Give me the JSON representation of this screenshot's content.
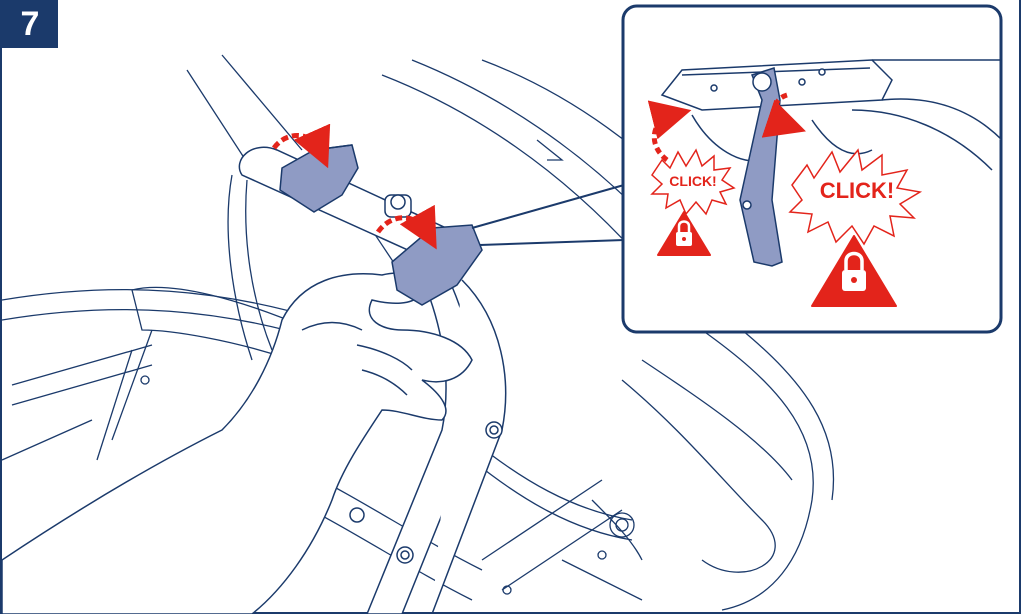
{
  "step": {
    "number": "7"
  },
  "callout": {
    "click_small": "CLICK!",
    "click_large": "CLICK!"
  },
  "colors": {
    "line": "#1b3a6b",
    "accent": "#e3241b",
    "clip": "#8f9bc4"
  },
  "icons": [
    "rotate-arrow-icon",
    "lock-warning-icon",
    "click-burst-icon"
  ]
}
